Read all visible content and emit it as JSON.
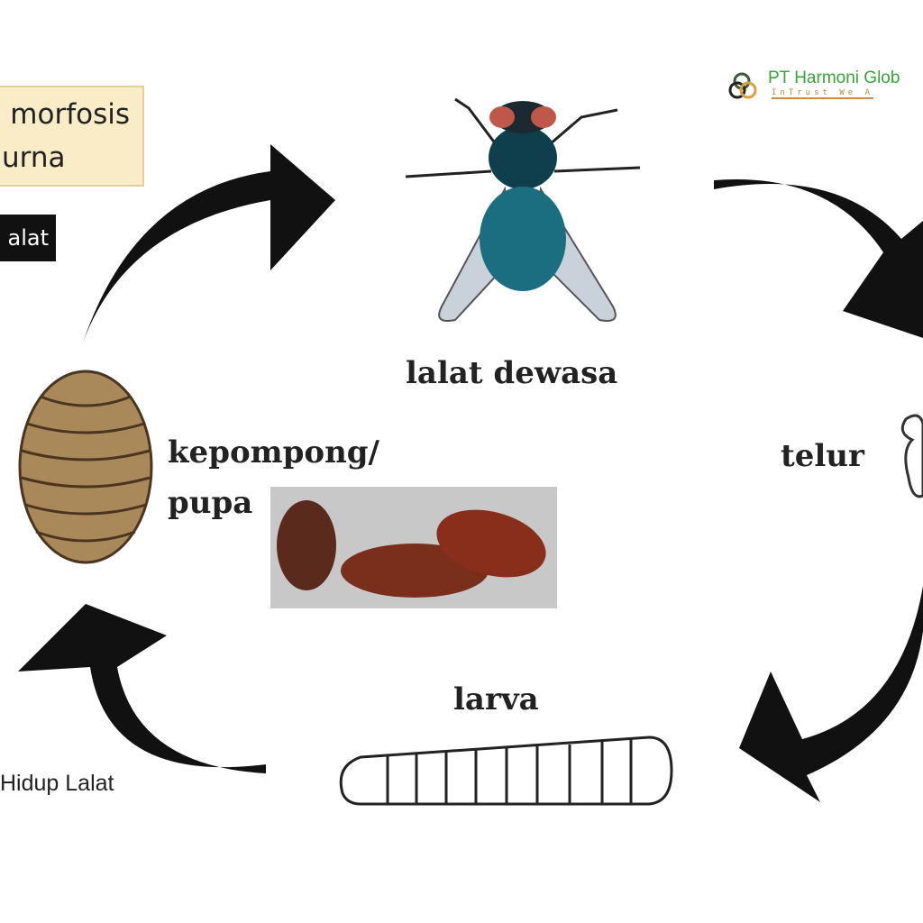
{
  "title_box": {
    "line1": "morfosis",
    "line2": "urna"
  },
  "tag": "alat",
  "footer": "Hidup Lalat",
  "logo": {
    "name": "PT Harmoni Glob",
    "tagline": "InTrust We A"
  },
  "stages": {
    "adult": "lalat dewasa",
    "egg": "telur",
    "larva": "larva",
    "pupa_line1": "kepompong/",
    "pupa_line2": "pupa"
  }
}
